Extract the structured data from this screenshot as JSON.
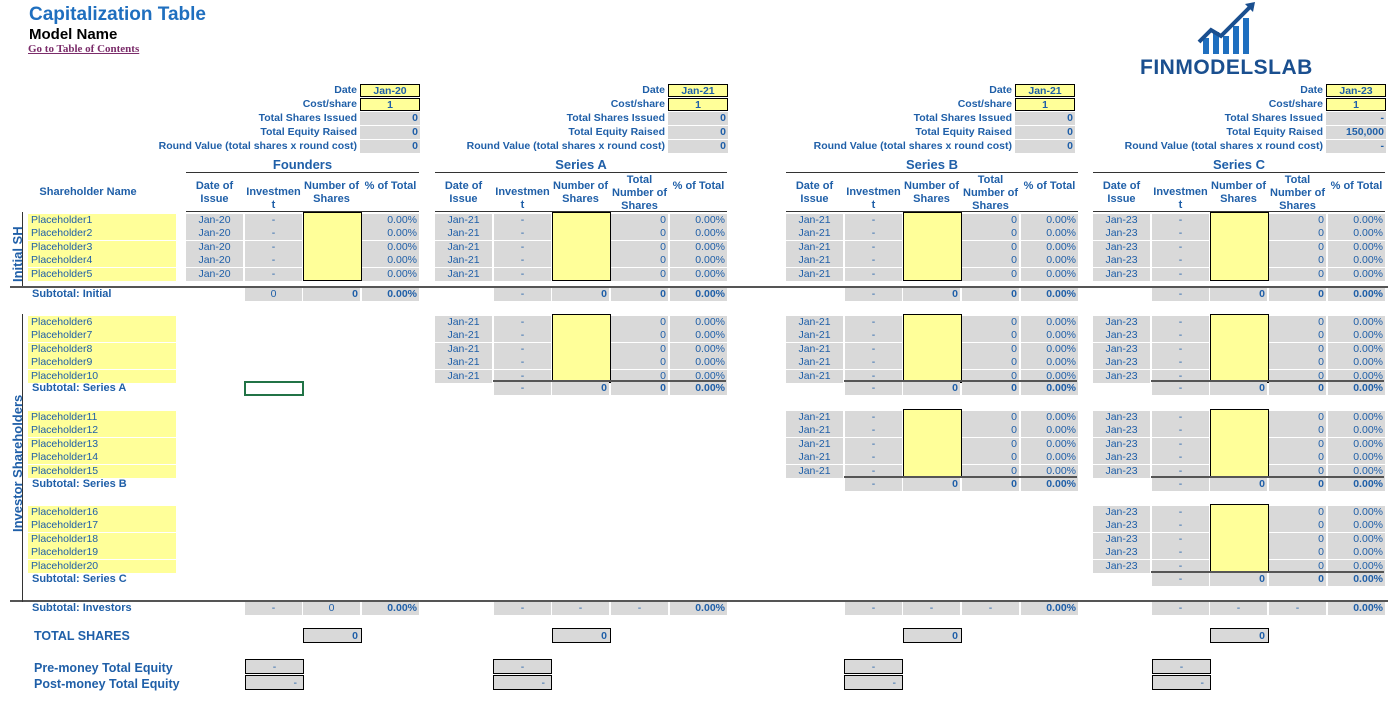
{
  "header": {
    "title": "Capitalization Table",
    "subtitle": "Model Name",
    "toc_link": "Go to Table of Contents"
  },
  "logo": {
    "text": "FINMODELSLAB",
    "icon": "chart-arrow-icon"
  },
  "colors": {
    "blue": "#1f5fa8",
    "yellow": "#ffff99",
    "grey": "#d9d9d9"
  },
  "round_labels": {
    "date": "Date",
    "cost": "Cost/share",
    "issued": "Total Shares Issued",
    "raised": "Total Equity Raised",
    "value": "Round Value (total shares x round cost)"
  },
  "rounds": [
    {
      "name": "Founders",
      "date": "Jan-20",
      "cost": "1",
      "issued": "0",
      "raised": "0",
      "value": "0",
      "cell_date": "Jan-20"
    },
    {
      "name": "Series A",
      "date": "Jan-21",
      "cost": "1",
      "issued": "0",
      "raised": "0",
      "value": "0",
      "cell_date": "Jan-21"
    },
    {
      "name": "Series B",
      "date": "Jan-21",
      "cost": "1",
      "issued": "0",
      "raised": "0",
      "value": "0",
      "cell_date": "Jan-21"
    },
    {
      "name": "Series C",
      "date": "Jan-23",
      "cost": "1",
      "issued": "-",
      "raised": "150,000",
      "value": "-",
      "cell_date": "Jan-23"
    }
  ],
  "col_headers": {
    "shareholder": "Shareholder Name",
    "date": "Date of Issue",
    "invest": "Investment",
    "number": "Number of Shares",
    "total": "Total Number of Shares",
    "pct": "% of Total"
  },
  "groups": {
    "initial": "Initial SH",
    "investor": "Investor Shareholders"
  },
  "placeholders": [
    "Placeholder1",
    "Placeholder2",
    "Placeholder3",
    "Placeholder4",
    "Placeholder5",
    "Placeholder6",
    "Placeholder7",
    "Placeholder8",
    "Placeholder9",
    "Placeholder10",
    "Placeholder11",
    "Placeholder12",
    "Placeholder13",
    "Placeholder14",
    "Placeholder15",
    "Placeholder16",
    "Placeholder17",
    "Placeholder18",
    "Placeholder19",
    "Placeholder20"
  ],
  "values": {
    "dash": "-",
    "zero": "0",
    "pct": "0.00%"
  },
  "subtotals": {
    "initial": "Subtotal: Initial",
    "seriesA": "Subtotal: Series A",
    "seriesB": "Subtotal: Series B",
    "seriesC": "Subtotal: Series C",
    "investors": "Subtotal: Investors"
  },
  "totals": {
    "total_shares": "TOTAL SHARES",
    "pre_money": "Pre-money Total Equity",
    "post_money": "Post-money Total Equity"
  }
}
